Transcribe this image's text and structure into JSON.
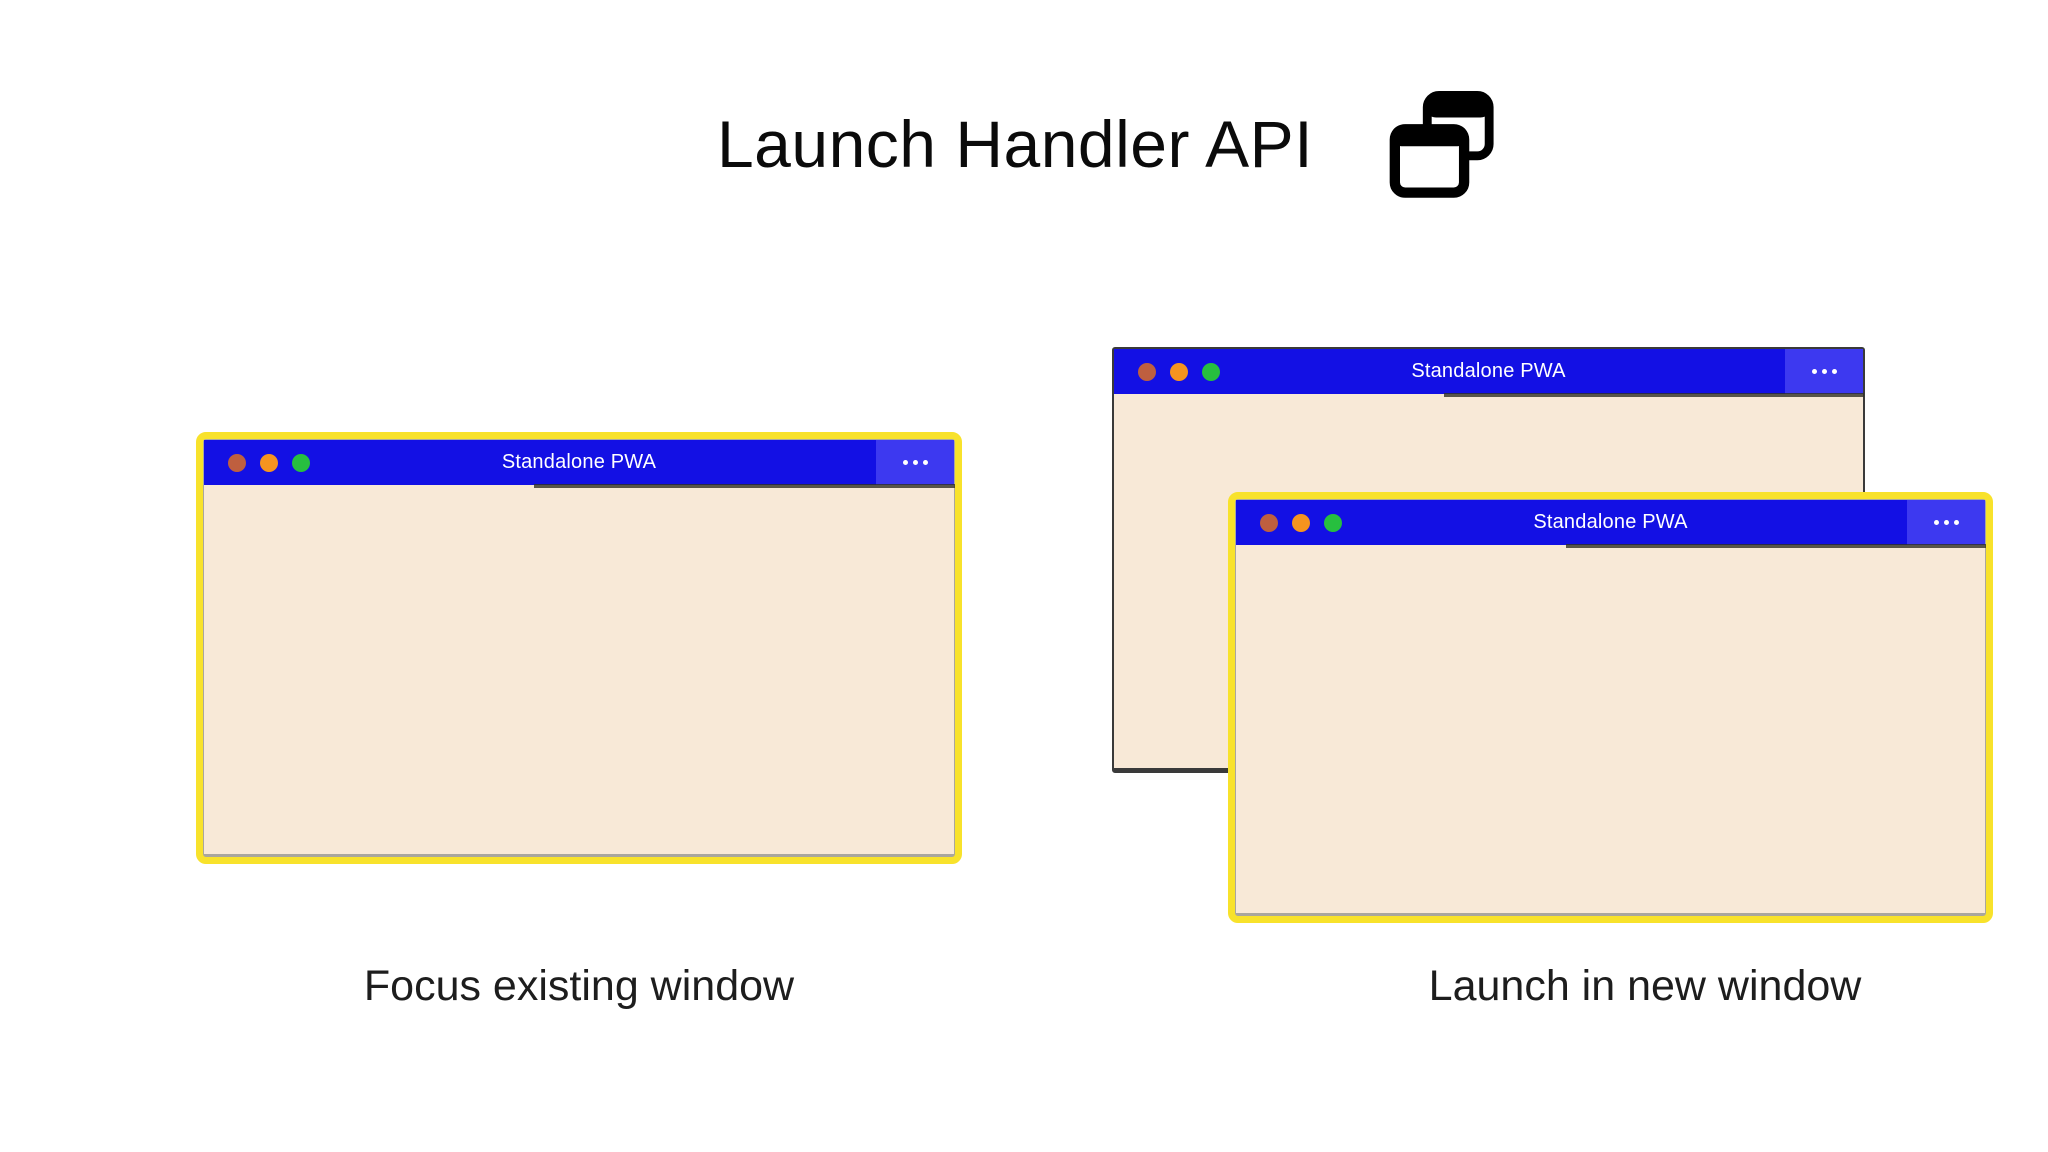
{
  "header": {
    "title": "Launch Handler API",
    "icon": "overlapping-windows-icon"
  },
  "windows": {
    "left": {
      "title": "Standalone PWA",
      "focused": true
    },
    "right_back": {
      "title": "Standalone PWA",
      "focused": false
    },
    "right_front": {
      "title": "Standalone PWA",
      "focused": true
    }
  },
  "captions": {
    "left": "Focus existing window",
    "right": "Launch in new window"
  },
  "window_chrome": {
    "menu_icon": "ellipsis-icon",
    "control_icons": [
      "close-dot",
      "minimize-dot",
      "zoom-dot"
    ]
  },
  "colors": {
    "titlebar_blue": "#1310e4",
    "titlebar_menu_blue": "#3d39f0",
    "focus_ring_yellow": "#f8e22b",
    "window_body_beige": "#f8e9d7",
    "background_window_border": "#3a3a3a",
    "dot_close": "#bf5f3f",
    "dot_minimize": "#f6941f",
    "dot_zoom": "#27bf3f",
    "titlebar_text": "#ffffff",
    "heading_text": "#0b0b0b",
    "caption_text": "#1d1d1d"
  }
}
